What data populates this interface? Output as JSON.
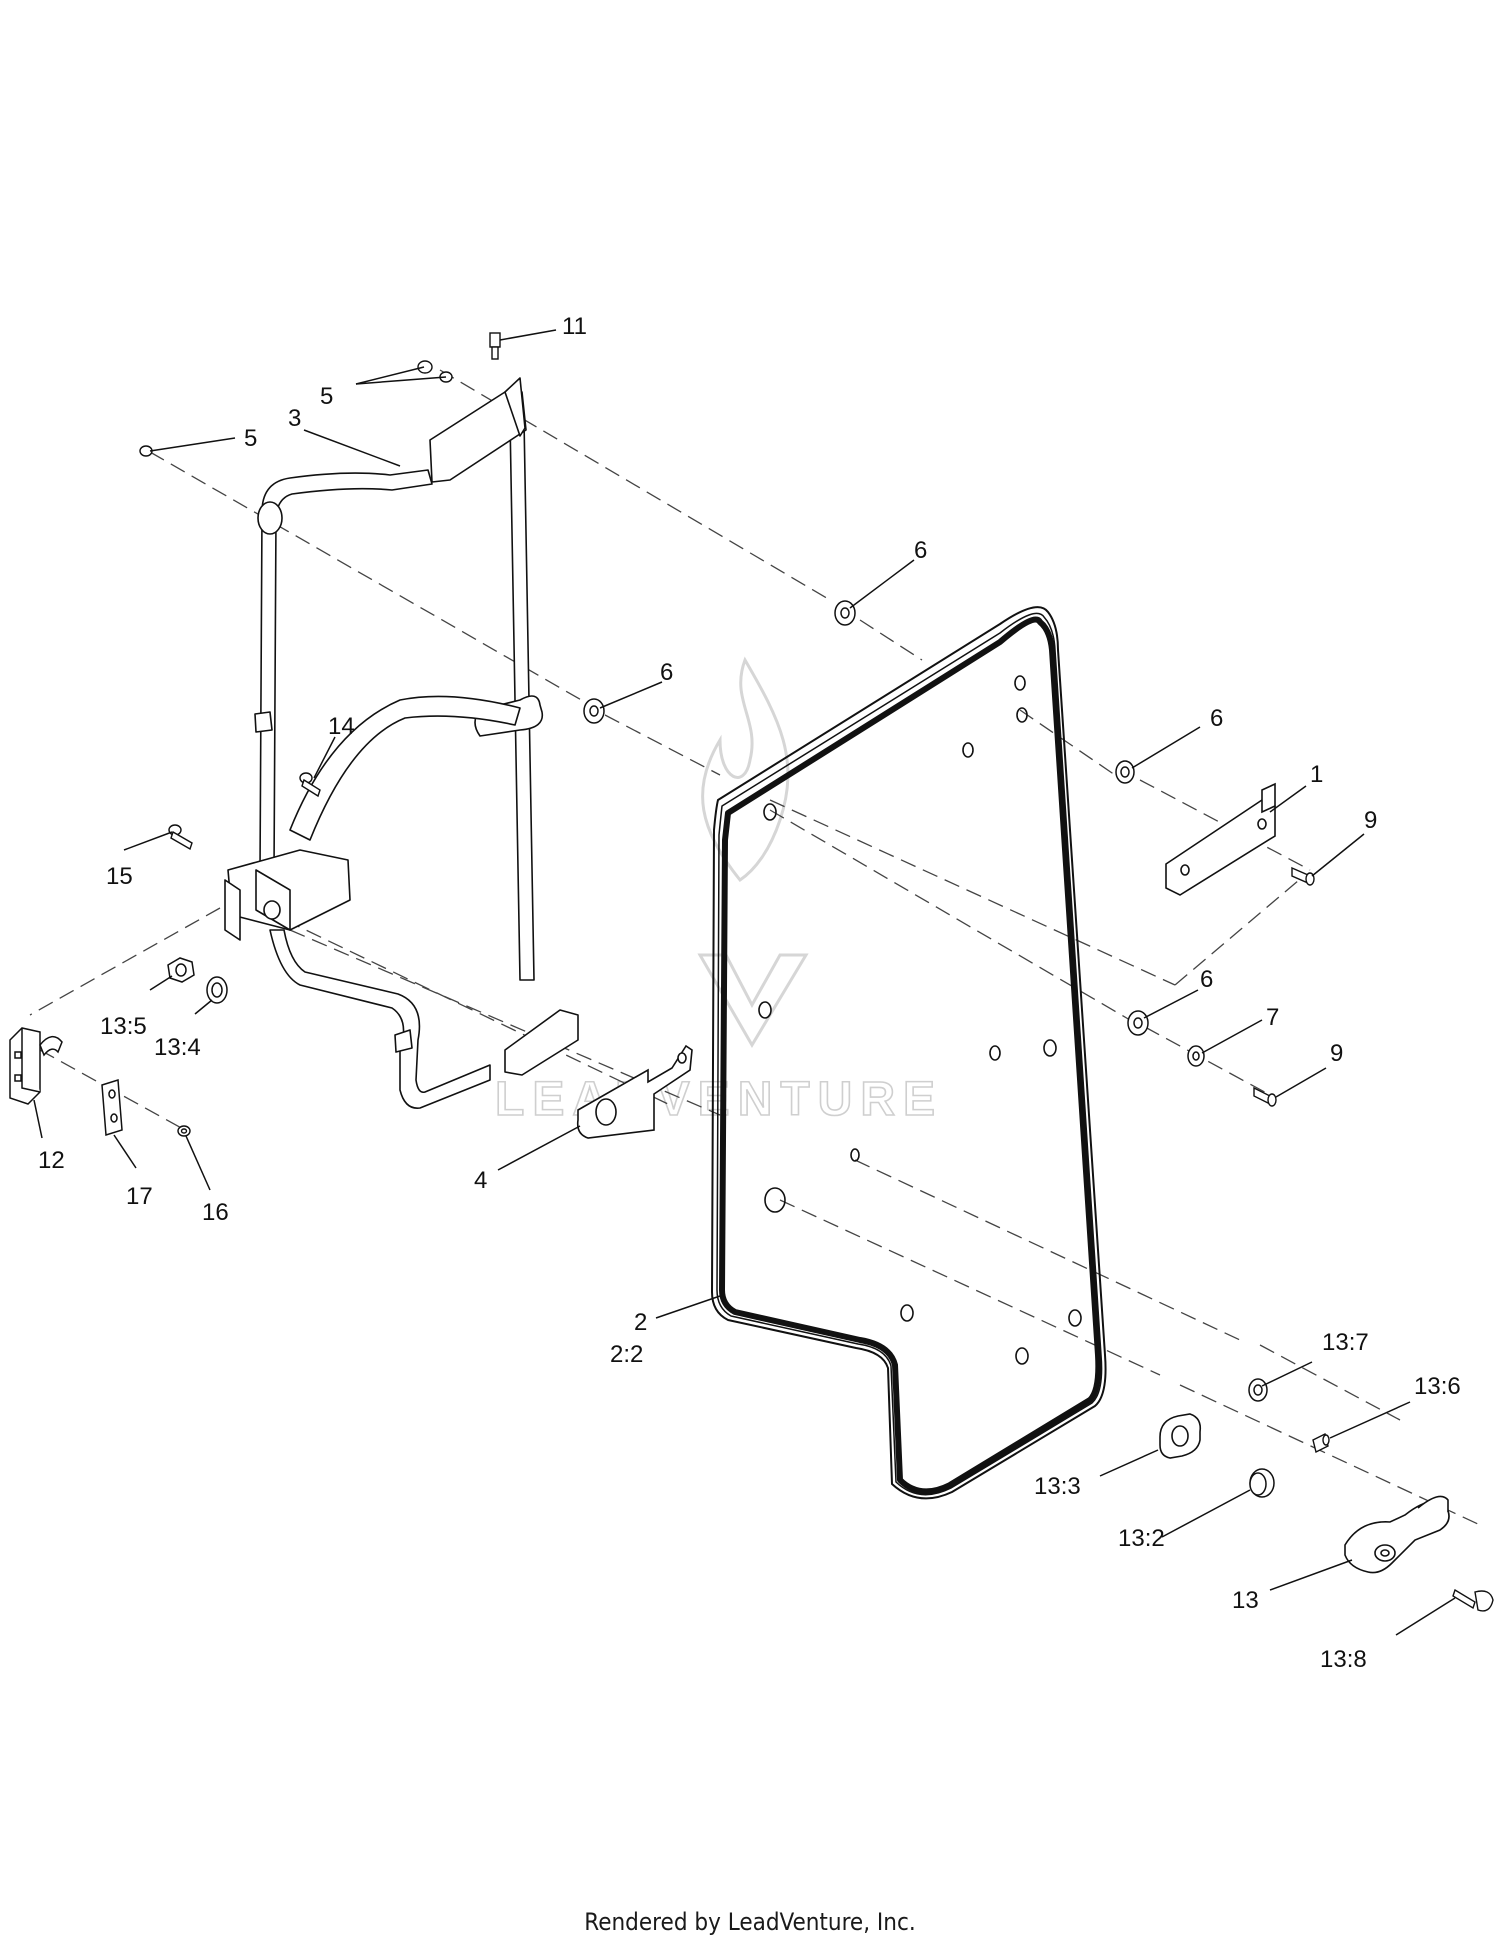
{
  "watermark": {
    "text": "LEADVENTURE",
    "color": "#d0d0d0"
  },
  "footer": {
    "text": "Rendered by LeadVenture, Inc."
  },
  "callouts": {
    "c11": "11",
    "c5a": "5",
    "c5b": "5",
    "c3": "3",
    "c6a": "6",
    "c6b": "6",
    "c6c": "6",
    "c6d": "6",
    "c14": "14",
    "c15": "15",
    "c1": "1",
    "c9a": "9",
    "c9b": "9",
    "c7": "7",
    "c13_5": "13:5",
    "c13_4": "13:4",
    "c12": "12",
    "c17": "17",
    "c16": "16",
    "c4": "4",
    "c2": "2",
    "c2_2": "2:2",
    "c13_7": "13:7",
    "c13_6": "13:6",
    "c13_3": "13:3",
    "c13_2": "13:2",
    "c13": "13",
    "c13_8": "13:8"
  }
}
